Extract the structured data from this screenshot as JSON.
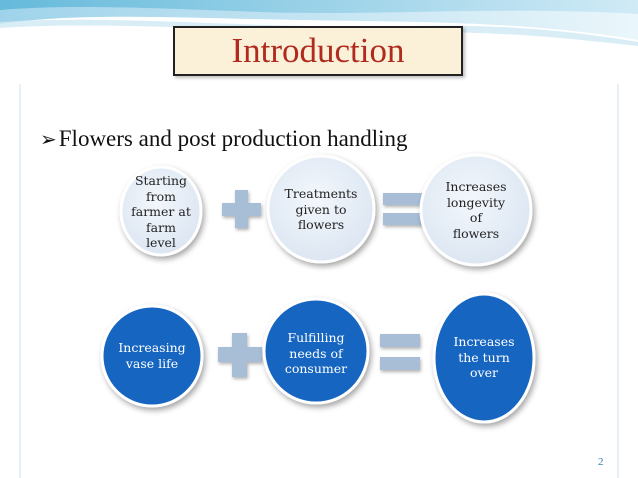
{
  "slide": {
    "title": "Introduction",
    "bullet": "Flowers and post production handling",
    "bullet_icon": "arrow-bullet-icon",
    "page_number": "2"
  },
  "row1": {
    "item1": "Starting\nfrom\nfarmer at\nfarm\nlevel",
    "item2": "Treatments\ngiven to\nflowers",
    "result": "Increases\nlongevity\nof\nflowers"
  },
  "row2": {
    "item1": "Increasing\nvase life",
    "item2": "Fulfilling\nneeds of\nconsumer",
    "result": "Increases\nthe turn\nover"
  },
  "colors": {
    "title": "#b02a1e",
    "title_box": "#fbf0d8",
    "light_circle": "#e7eef7",
    "dark_circle": "#1565c0",
    "operator": "#a8bed7",
    "accent_page_num": "#3a7fb5"
  }
}
